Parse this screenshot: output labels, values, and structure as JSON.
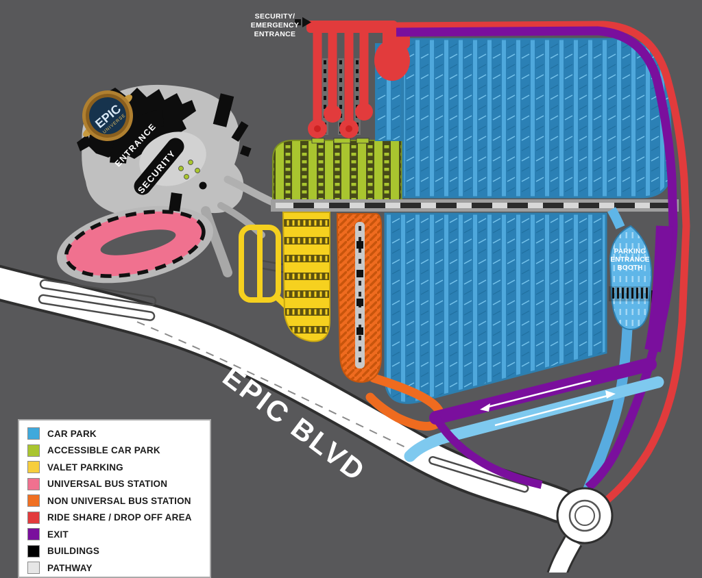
{
  "map": {
    "labels": {
      "security_entrance": "SECURITY/\nEMERGENCY\nENTRANCE",
      "parking_booth": "PARKING\nENTRANCE\nBOOTH",
      "epic_blvd": "EPIC BLVD",
      "entrance": "ENTRANCE",
      "security": "SECURITY",
      "logo_line1": "EPIC",
      "logo_line2": "UNIVERSE"
    },
    "colors": {
      "background": "#58585A",
      "car_park": "#3FA9DC",
      "car_park_stripe": "#2B80B5",
      "accessible_car_park": "#A9C52F",
      "valet_parking": "#F6CE3D",
      "universal_bus_station": "#F0718F",
      "non_universal_bus_station": "#F07022",
      "ride_share_drop_off": "#E23B3C",
      "exit": "#7A0F9D",
      "buildings": "#000000",
      "pathway": "#E6E6E6",
      "road_white": "#FFFFFF",
      "entry_lane": "#7EC9EF",
      "booth_lane": "#5FB6E8",
      "plaza_gray": "#C0C0C0"
    }
  },
  "legend": {
    "items": [
      {
        "label": "CAR PARK",
        "color": "#3FA9DC"
      },
      {
        "label": "ACCESSIBLE CAR PARK",
        "color": "#A9C52F"
      },
      {
        "label": "VALET PARKING",
        "color": "#F6CE3D"
      },
      {
        "label": "UNIVERSAL BUS STATION",
        "color": "#F0718F"
      },
      {
        "label": "NON UNIVERSAL BUS STATION",
        "color": "#F07022"
      },
      {
        "label": "RIDE SHARE / DROP OFF AREA",
        "color": "#E23B3C"
      },
      {
        "label": "EXIT",
        "color": "#7A0F9D"
      },
      {
        "label": "BUILDINGS",
        "color": "#000000"
      },
      {
        "label": "PATHWAY",
        "color": "#E6E6E6"
      }
    ]
  }
}
